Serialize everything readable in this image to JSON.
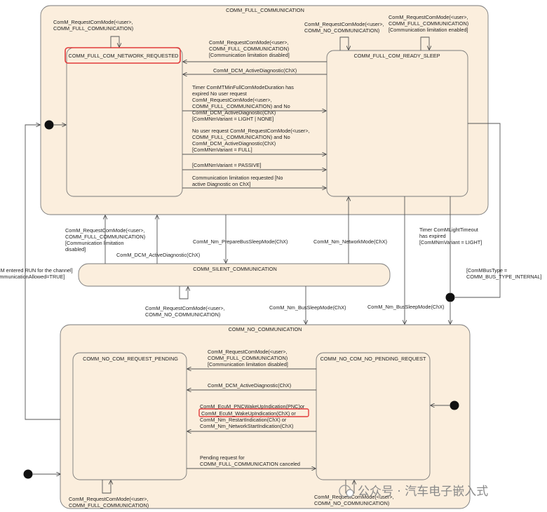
{
  "diagram": {
    "super_states": {
      "full": "COMM_FULL_COMMUNICATION",
      "silent": "COMM_SILENT_COMMUNICATION",
      "no": "COMM_NO_COMMUNICATION"
    },
    "sub_states": {
      "network_requested": "COMM_FULL_COM_NETWORK_REQUESTED",
      "ready_sleep": "COMM_FULL_COM_READY_SLEEP",
      "request_pending": "COMM_NO_COM_REQUEST_PENDING",
      "no_pending_request": "COMM_NO_COM_NO_PENDING_REQUEST"
    },
    "transitions": {
      "nr_self": [
        "ComM_RequestComMode(<user>,",
        "COMM_FULL_COMMUNICATION)"
      ],
      "rs_self_no": [
        "ComM_RequestComMode(<user>,",
        "COMM_NO_COMMUNICATION)"
      ],
      "rs_self_full": [
        "ComM_RequestComMode(<user>,",
        "COMM_FULL_COMMUNICATION)",
        "[Communication limitation enabled]"
      ],
      "rs_to_nr_1": [
        "ComM_RequestComMode(<user>,",
        "COMM_FULL_COMMUNICATION)",
        "[Communication limitation disabled]"
      ],
      "rs_to_nr_2": [
        "ComM_DCM_ActiveDiagnostic(ChX)"
      ],
      "nr_to_rs_1": [
        "Timer ComMTMinFullComModeDuration has",
        "expired No user request",
        "ComM_RequestComMode(<user>,",
        "COMM_FULL_COMMUNICATION) and No",
        "ComM_DCM_ActiveDiagnostic(ChX)",
        "[ComMNmVariant = LIGHT | NONE]"
      ],
      "nr_to_rs_2": [
        "No user request ComM_RequestComMode(<user>,",
        "COMM_FULL_COMMUNICATION) and No",
        "ComM_DCM_ActiveDiagnostic(ChX)",
        "[ComMNmVariant = FULL]"
      ],
      "nr_to_rs_3": [
        "[ComMNmVariant = PASSIVE]"
      ],
      "nr_to_rs_4": [
        "Communication limitation requested [No",
        "active Diagnostic on ChX]"
      ],
      "silent_to_full_1": [
        "ComM_RequestComMode(<user>,",
        "COMM_FULL_COMMUNICATION)",
        "[Communication limitation",
        "disabled]"
      ],
      "silent_to_full_2": [
        "ComM_DCM_ActiveDiagnostic(ChX)"
      ],
      "full_to_silent": [
        "ComM_Nm_PrepareBusSleepMode(ChX)"
      ],
      "silent_to_rs": [
        "ComM_Nm_NetworkMode(ChX)"
      ],
      "rs_timeout": [
        "Timer ComMLightTimeout",
        "has expired",
        "[ComMNmVariant = LIGHT]"
      ],
      "bus_internal": [
        "[ComMBusType =",
        "COMM_BUS_TYPE_INTERNAL]"
      ],
      "ecum_run": [
        "EcuM entered RUN for the channel]",
        "[CommunicationAllowed=TRUE]"
      ],
      "silent_self": [
        "ComM_RequestComMode(<user>,",
        "COMM_NO_COMMUNICATION)"
      ],
      "silent_to_no": [
        "ComM_Nm_BusSleepMode(ChX)"
      ],
      "rs_to_no": [
        "ComM_Nm_BusSleepMode(ChX)"
      ],
      "np_to_rp_1": [
        "ComM_RequestComMode(<user>,",
        "COMM_FULL_COMMUNICATION)",
        "[Communication limitation disabled]"
      ],
      "np_to_rp_2": [
        "ComM_DCM_ActiveDiagnostic(ChX)"
      ],
      "np_to_rp_3": [
        "ComM_EcuM_PNCWakeUpIndication(PNC)or",
        "ComM_EcuM_WakeUpIndication(ChX) or",
        "ComM_Nm_RestartIndication(ChX) or",
        "ComM_Nm_NetworkStartIndication(ChX)"
      ],
      "rp_to_np": [
        "Pending request for",
        "COMM_FULL_COMMUNICATION canceled"
      ],
      "rp_self": [
        "ComM_RequestComMode(<user>,",
        "COMM_FULL_COMMUNICATION)"
      ],
      "np_self": [
        "ComM_RequestComMode(<user>,",
        "COMM_NO_COMMUNICATION)"
      ]
    },
    "watermark": "公众号 · 汽车电子嵌入式",
    "colors": {
      "state_fill": "#fbeedd",
      "highlight": "#e23b3b",
      "line": "#555555"
    }
  }
}
